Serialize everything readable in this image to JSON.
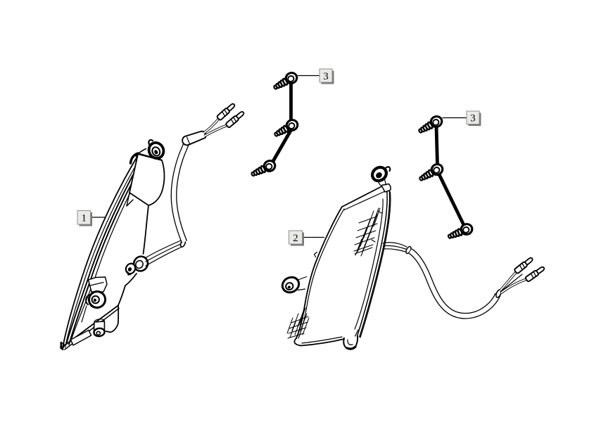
{
  "page": {
    "background": "#ffffff"
  },
  "diagram": {
    "ink_color": "#000000",
    "callout_style": {
      "fill": "#e9e9e6",
      "border": "#8f8f8f",
      "shadow": "#787878",
      "text_color": "#000000"
    },
    "callouts": [
      {
        "label": "1"
      },
      {
        "label": "2"
      },
      {
        "label": "3"
      },
      {
        "label": "3"
      }
    ]
  }
}
